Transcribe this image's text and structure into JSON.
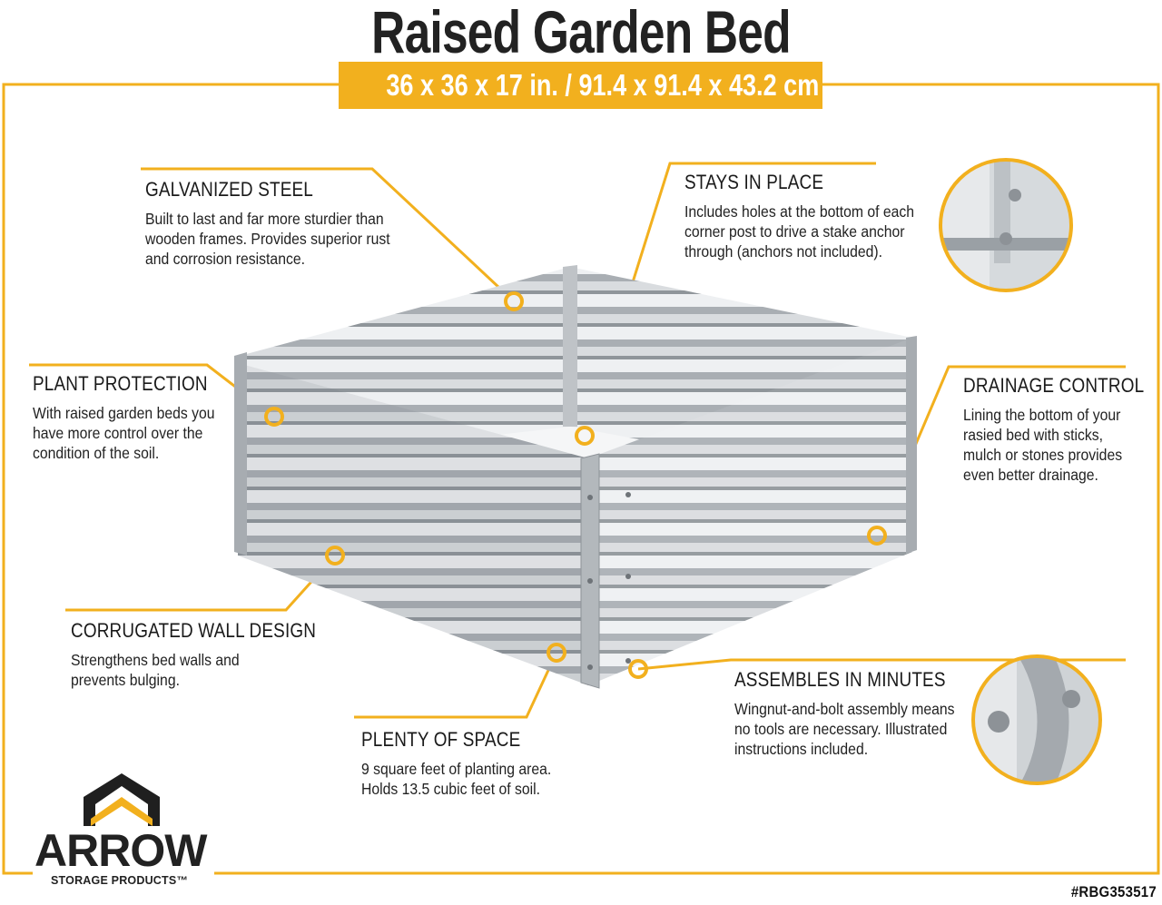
{
  "header": {
    "title": "Raised Garden Bed",
    "dimensions": "36 x 36 x 17 in.  /  91.4 x 91.4 x 43.2 cm"
  },
  "callouts": {
    "galvanized": {
      "title": "GALVANIZED STEEL",
      "text": "Built to last and far more sturdier than wooden frames. Provides superior rust and corrosion resistance."
    },
    "stays": {
      "title": "STAYS IN PLACE",
      "text": "Includes holes at the bottom of each corner post to drive a stake anchor through (anchors not included)."
    },
    "plant": {
      "title": "PLANT PROTECTION",
      "text": "With raised garden beds you have more control over the condition of the soil."
    },
    "drainage": {
      "title": "DRAINAGE CONTROL",
      "text": "Lining the bottom of your rasied bed with sticks, mulch or stones provides even better drainage."
    },
    "corrugated": {
      "title": "CORRUGATED WALL DESIGN",
      "text": "Strengthens bed walls and prevents bulging."
    },
    "assembles": {
      "title": "ASSEMBLES IN MINUTES",
      "text": "Wingnut-and-bolt assembly means no tools are necessary.  Illustrated instructions included."
    },
    "space": {
      "title": "PLENTY OF SPACE",
      "text": "9 square feet of planting area. Holds 13.5 cubic feet of soil."
    }
  },
  "logo": {
    "word": "ARROW",
    "sub": "STORAGE PRODUCTS™"
  },
  "sku": "#RBG353517",
  "colors": {
    "accent": "#f2b01e",
    "steel": "#b9bec3",
    "text": "#1a1a1a"
  }
}
